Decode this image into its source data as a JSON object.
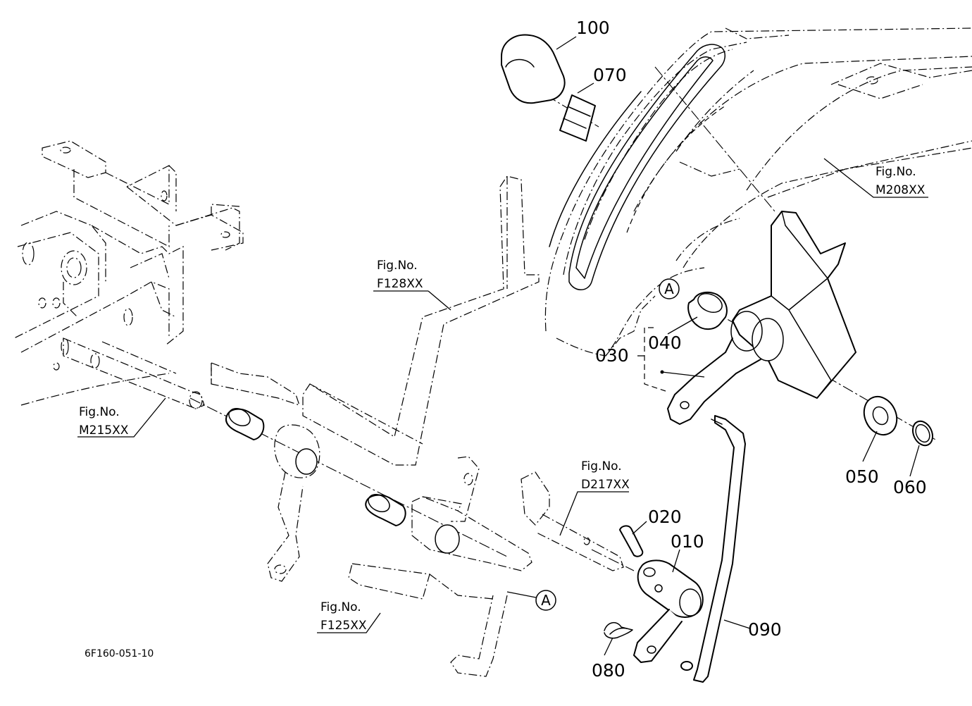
{
  "diagram": {
    "drawing_code": "6F160-051-10",
    "callouts": {
      "p100": "100",
      "p070": "070",
      "p040": "040",
      "p030": "030",
      "p050": "050",
      "p060": "060",
      "p020": "020",
      "p010": "010",
      "p090": "090",
      "p080": "080"
    },
    "references": {
      "m208": {
        "line1": "Fig.No.",
        "line2": "M208XX"
      },
      "f128": {
        "line1": "Fig.No.",
        "line2": "F128XX"
      },
      "m215": {
        "line1": "Fig.No.",
        "line2": "M215XX"
      },
      "d217": {
        "line1": "Fig.No.",
        "line2": "D217XX"
      },
      "f125": {
        "line1": "Fig.No.",
        "line2": "F125XX"
      }
    },
    "connector_markers": {
      "top": "A",
      "bottom": "A"
    }
  }
}
